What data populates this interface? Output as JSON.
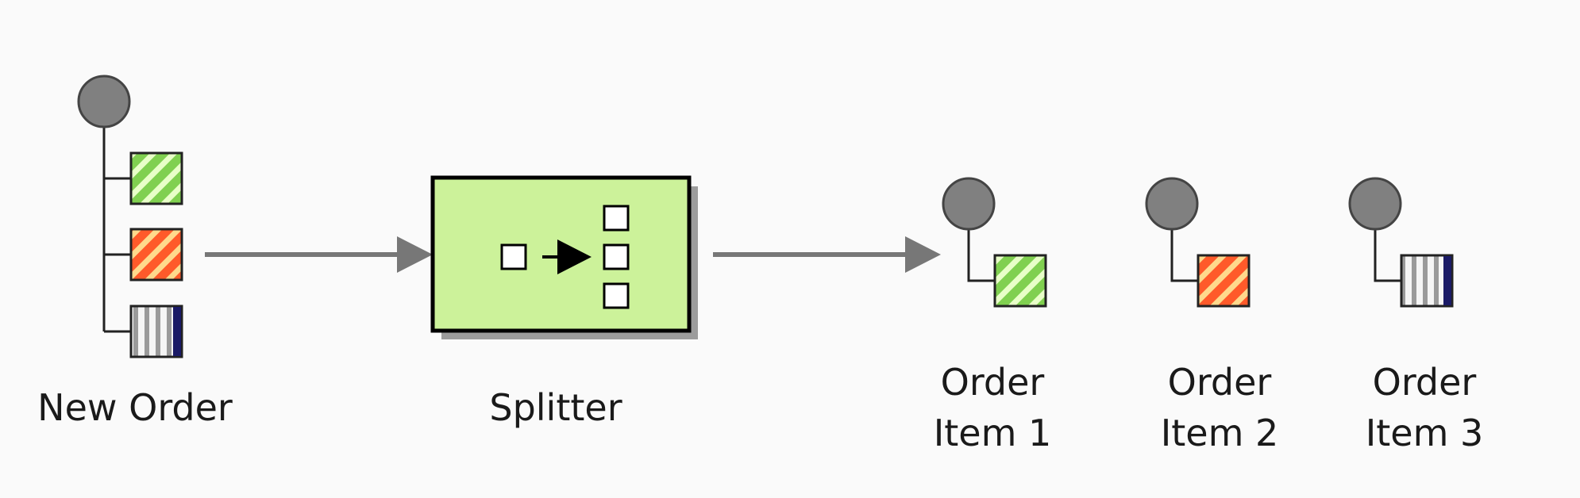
{
  "labels": {
    "new_order": "New Order",
    "splitter": "Splitter",
    "item1_line1": "Order",
    "item1_line2": "Item 1",
    "item2_line1": "Order",
    "item2_line2": "Item 2",
    "item3_line1": "Order",
    "item3_line2": "Item 3"
  },
  "colors": {
    "background": "#fafafa",
    "node_circle": "#808080",
    "connector": "#777777",
    "splitter_fill": "#ccf29a",
    "splitter_border": "#000000",
    "splitter_shadow": "#9c9c9c",
    "green_stripe": "#80d050",
    "orange_stripe": "#ff6633",
    "navy_stripe": "#1a1a66"
  },
  "icons": {
    "message_channel": "circle-node-icon",
    "green_item": "green-hatched-box-icon",
    "orange_item": "orange-hatched-box-icon",
    "striped_item": "vertical-striped-box-icon",
    "splitter": "splitter-router-icon"
  }
}
